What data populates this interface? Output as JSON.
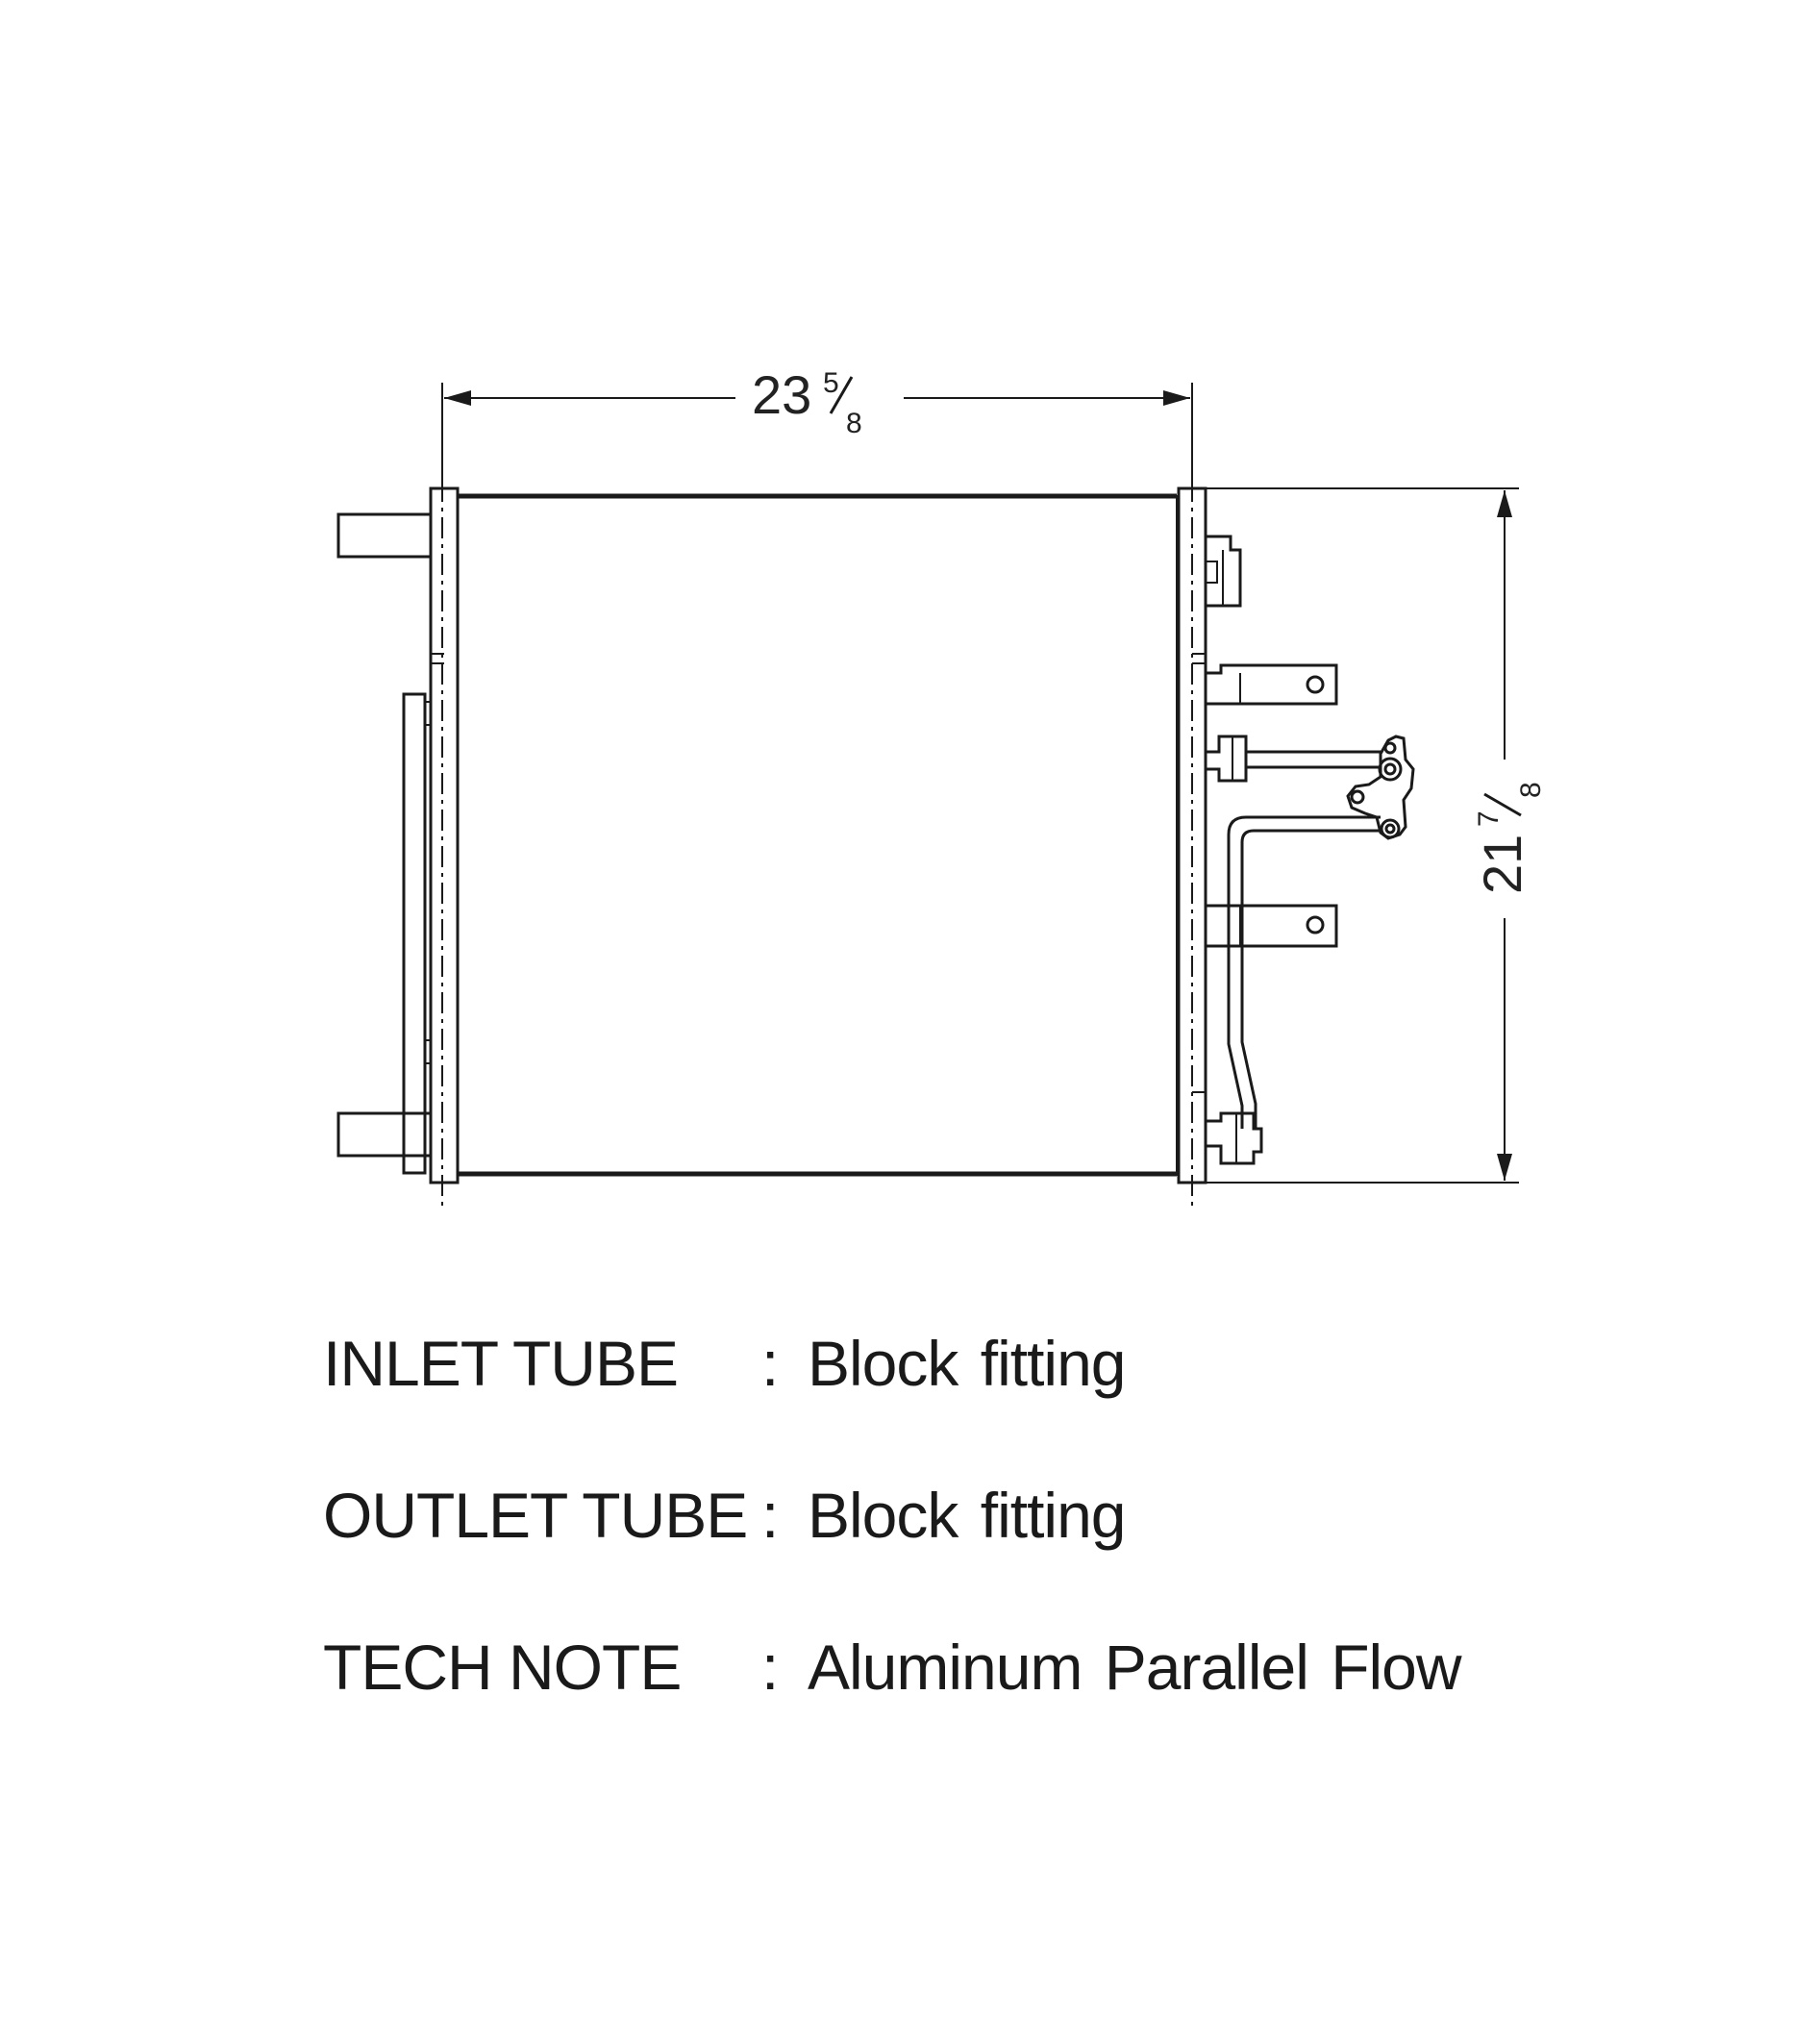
{
  "dimensions": {
    "width": {
      "whole": "23",
      "numerator": "5",
      "denominator": "8"
    },
    "height": {
      "whole": "21",
      "numerator": "7",
      "denominator": "8"
    }
  },
  "specs": [
    {
      "label": "INLET TUBE",
      "separator": ":",
      "value": "Block fitting"
    },
    {
      "label": "OUTLET TUBE",
      "separator": ":",
      "value": "Block fitting"
    },
    {
      "label": "TECH NOTE",
      "separator": ":",
      "value": "Aluminum Parallel Flow"
    }
  ],
  "colors": {
    "line": "#1a1a1a",
    "background": "#ffffff"
  }
}
